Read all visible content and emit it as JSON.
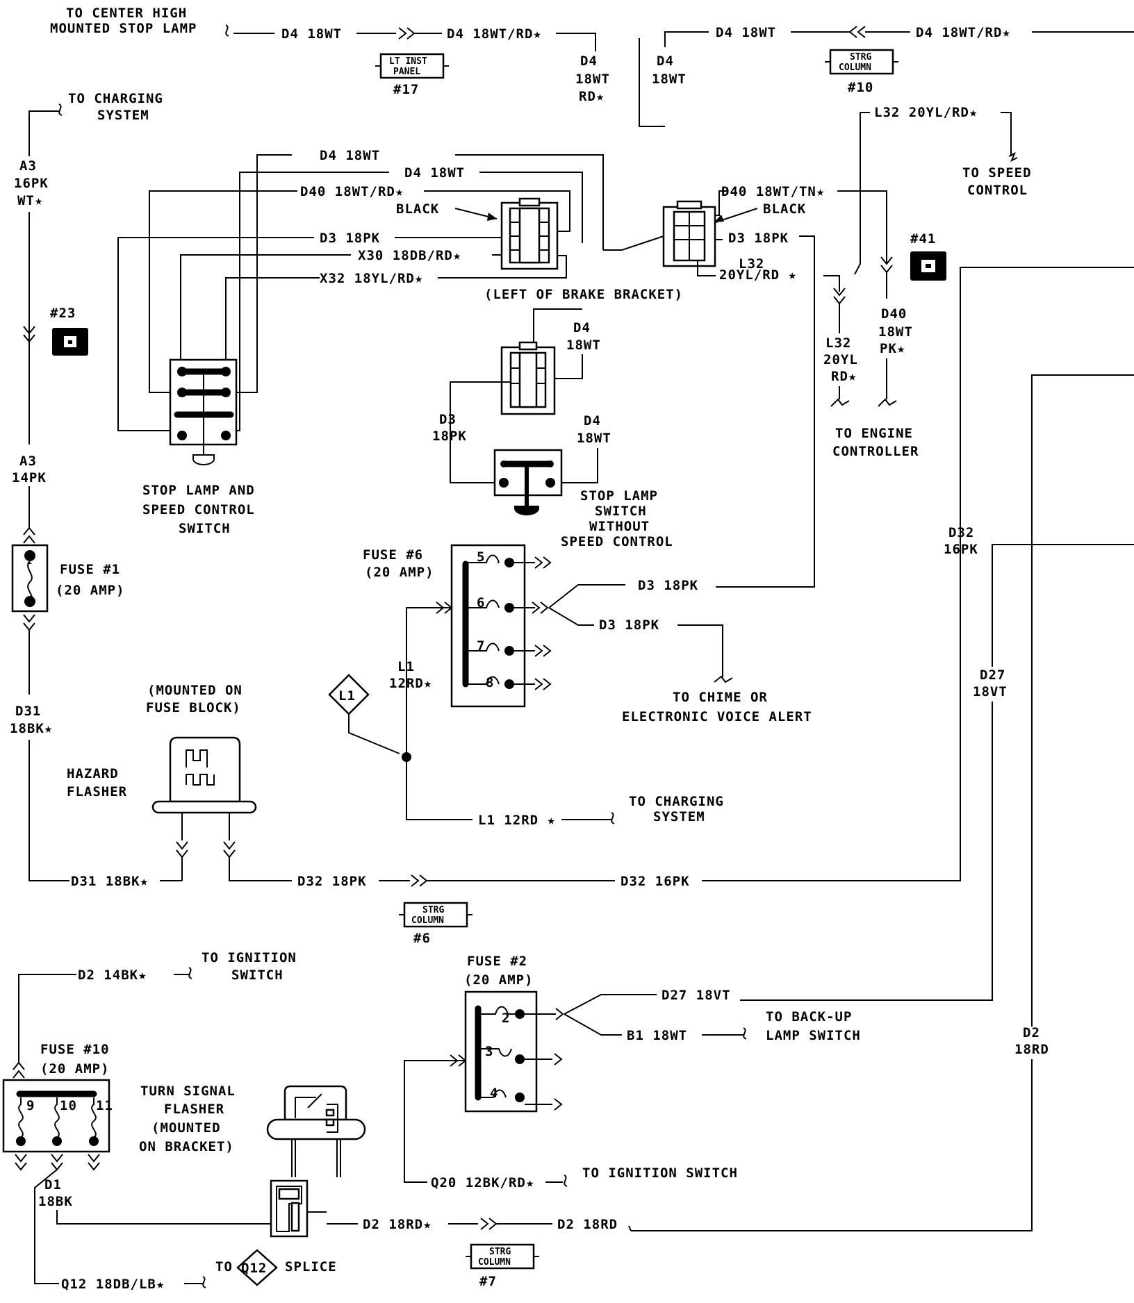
{
  "top": {
    "center_stop_lamp": [
      "TO CENTER HIGH",
      "MOUNTED STOP LAMP"
    ],
    "d4_18wt": "D4  18WT",
    "d4_18wt_rd": "D4  18WT/RD★",
    "conn17": [
      "LT INST",
      "PANEL",
      "#17"
    ],
    "conn10": [
      "STRG",
      "COLUMN",
      "#10"
    ],
    "drop_left": [
      "D4",
      "18WT",
      "RD★"
    ],
    "drop_right": [
      "D4",
      "18WT"
    ]
  },
  "charging": {
    "label": [
      "TO CHARGING",
      "SYSTEM"
    ],
    "a3_top": [
      "A3",
      "16PK",
      "WT★"
    ],
    "conn23": "#23",
    "a3_bottom": [
      "A3",
      "14PK"
    ]
  },
  "switch_left": {
    "w1": "D4  18WT",
    "w2": "D4  18WT",
    "w3": "D40  18WT/RD★",
    "black": "BLACK",
    "w4": "D3  18PK",
    "w5": "X30  18DB/RD★",
    "w6": "X32  18YL/RD★",
    "caption": [
      "STOP LAMP AND",
      "SPEED CONTROL",
      "SWITCH"
    ]
  },
  "bracket": {
    "d40": "D40  18WT/TN★",
    "black": "BLACK",
    "d3": "D3  18PK",
    "l32": [
      "L32",
      "20YL/RD ★"
    ],
    "caption": "(LEFT OF BRAKE BRACKET)"
  },
  "speed_control": {
    "l32": "L32  20YL/RD★",
    "label": [
      "TO SPEED",
      "CONTROL"
    ]
  },
  "engine": {
    "conn41": "#41",
    "l32": [
      "L32",
      "20YL",
      "RD★"
    ],
    "d40": [
      "D40",
      "18WT",
      "PK★"
    ],
    "label": [
      "TO ENGINE",
      "CONTROLLER"
    ]
  },
  "switch_nosc": {
    "d4a": [
      "D4",
      "18WT"
    ],
    "d3": [
      "D3",
      "18PK"
    ],
    "d4b": [
      "D4",
      "18WT"
    ],
    "caption": [
      "STOP LAMP",
      "SWITCH",
      "WITHOUT",
      "SPEED CONTROL"
    ]
  },
  "fuse1": {
    "pin": "1",
    "label": [
      "FUSE #1",
      "(20 AMP)"
    ]
  },
  "fuse6": {
    "label": [
      "FUSE #6",
      "(20 AMP)"
    ],
    "pins": [
      "5",
      "6",
      "7",
      "8"
    ],
    "d3a": "D3  18PK",
    "d3b": "D3  18PK",
    "chime": [
      "TO CHIME OR",
      "ELECTRONIC VOICE ALERT"
    ],
    "l1": [
      "L1",
      "12RD★"
    ],
    "l1_diamond": "L1",
    "l1_bottom": "L1  12RD ★",
    "charging": [
      "TO CHARGING",
      "SYSTEM"
    ]
  },
  "hazard": {
    "mounted": [
      "(MOUNTED ON",
      "FUSE BLOCK)"
    ],
    "label": [
      "HAZARD",
      "FLASHER"
    ],
    "d31": [
      "D31",
      "18BK★"
    ],
    "d31_bottom": "D31  18BK★",
    "d32a": "D32  18PK",
    "d32b": "D32  16PK",
    "conn6": [
      "STRG",
      "COLUMN",
      "#6"
    ]
  },
  "right_wires": {
    "d32": [
      "D32",
      "16PK"
    ],
    "d27": [
      "D27",
      "18VT"
    ],
    "d2": [
      "D2",
      "18RD"
    ]
  },
  "ignition": {
    "d2": "D2  14BK★",
    "label": [
      "TO IGNITION",
      "SWITCH"
    ]
  },
  "fuse10": {
    "label": [
      "FUSE #10",
      "(20 AMP)"
    ],
    "pins": [
      "9",
      "10",
      "11"
    ],
    "d1": [
      "D1",
      "18BK"
    ]
  },
  "turn_flasher": {
    "caption": [
      "TURN SIGNAL",
      "FLASHER",
      "(MOUNTED",
      "ON BRACKET)"
    ]
  },
  "fuse2": {
    "label": [
      "FUSE #2",
      "(20 AMP)"
    ],
    "pins": [
      "2",
      "3",
      "4"
    ],
    "d27": "D27  18VT",
    "b1": "B1  18WT",
    "backup": [
      "TO BACK-UP",
      "LAMP SWITCH"
    ],
    "q20": "Q20  12BK/RD★",
    "ign": "TO IGNITION SWITCH"
  },
  "bottom": {
    "d2a": "D2  18RD★",
    "d2b": "D2  18RD",
    "conn7": [
      "STRG",
      "COLUMN",
      "#7"
    ],
    "q12": "Q12  18DB/LB★",
    "to": "TO",
    "q12_diamond": "Q12",
    "splice": "SPLICE"
  }
}
